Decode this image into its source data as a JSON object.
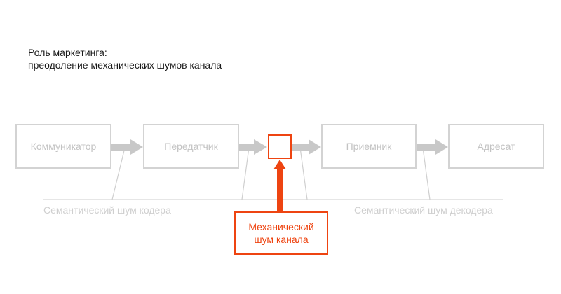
{
  "title": {
    "line1": "Роль маркетинга:",
    "line2": "преодоление механических шумов канала"
  },
  "nodes": {
    "communicator": "Коммуникатор",
    "transmitter": "Передатчик",
    "receiver": "Приемник",
    "addressee": "Адресат"
  },
  "noise": {
    "encoder": "Семантический шум кодера",
    "decoder": "Семантический шум декодера",
    "mechanical_line1": "Механический",
    "mechanical_line2": "шум канала"
  },
  "colors": {
    "box_border": "#d3d3d3",
    "box_text": "#c3c3c3",
    "arrow": "#c8c8c8",
    "noise_text": "#cfcfcf",
    "accent": "#ee4411"
  }
}
